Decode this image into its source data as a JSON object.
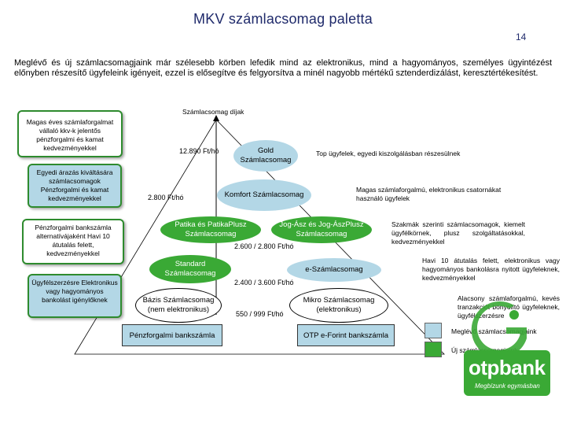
{
  "header": {
    "title": "MKV számlacsomag paletta",
    "page_number": "14"
  },
  "intro": "Meglévő és új számlacsomagjaink már szélesebb körben lefedik mind az elektronikus, mind a hagyományos, személyes ügyintézést előnyben részesítő ügyfeleink igényeit, ezzel is elősegítve és felgyorsítva a minél nagyobb mértékű sztenderdizálást, keresztértékesítést.",
  "axis_label": "Számlacsomag díjak",
  "left_boxes": [
    "Magas éves számlaforgalmat vállaló kkv-k jelentős pénzforgalmi és kamat kedvezményekkel",
    "Egyedi árazás kiváltására számlacsomagok Pénzforgalmi és kamat kedvezményekkel",
    "Pénzforgalmi bankszámla alternatívájaként Havi 10 átutalás felett, kedvezményekkel",
    "Ügyfélszerzésre Elektronikus vagy hagyományos bankolást igénylőknek"
  ],
  "packages": {
    "gold": "Gold Számlacsomag",
    "komfort": "Komfort Számlacsomag",
    "patika": "Patika és PatikaPlusz Számlacsomag",
    "jog": "Jog-Ász és Jog-ÁszPlusz Számlacsomag",
    "standard": "Standard Számlacsomag",
    "e": "e-Számlacsomag",
    "bazis": "Bázis Számlacsomag (nem elektronikus)",
    "mikro": "Mikro Számlacsomag (elektronikus)",
    "penzforgalmi": "Pénzforgalmi bankszámla",
    "otp_e": "OTP e-Forint bankszámla"
  },
  "prices": {
    "gold": "12.890 Ft/hó",
    "komfort": "2.800 Ft/hó",
    "patika_jog": "2.600 / 2.800 Ft/hó",
    "standard_e": "2.400 / 3.600 Ft/hó",
    "bazis_mikro": "550 / 999 Ft/hó"
  },
  "right_notes": {
    "gold": "Top ügyfelek, egyedi kiszolgálásban részesülnek",
    "komfort": "Magas számlaforgalmú, elektronikus csatornákat használó ügyfelek",
    "patika_jog": "Szakmák szerinti számlacsomagok, kiemelt ügyfélkörnek, plusz szolgáltatásokkal, kedvezményekkel",
    "standard_e": "Havi 10 átutalás felett, elektronikus vagy hagyományos bankolásra nyitott ügyfeleknek, kedvezményekkel",
    "bazis_mikro": "Alacsony számlaforgalmú, kevés tranzakciót bonyolító ügyfeleknek, ügyfélszerzésre"
  },
  "legend": {
    "existing": "Meglévő számlacsomagjaink",
    "new": "Új számlacsomagjaink",
    "colors": {
      "existing": "#b3d7e6",
      "new": "#3aa935"
    }
  },
  "logo": {
    "brand": "otpbank",
    "slogan": "Megbízunk egymásban"
  }
}
